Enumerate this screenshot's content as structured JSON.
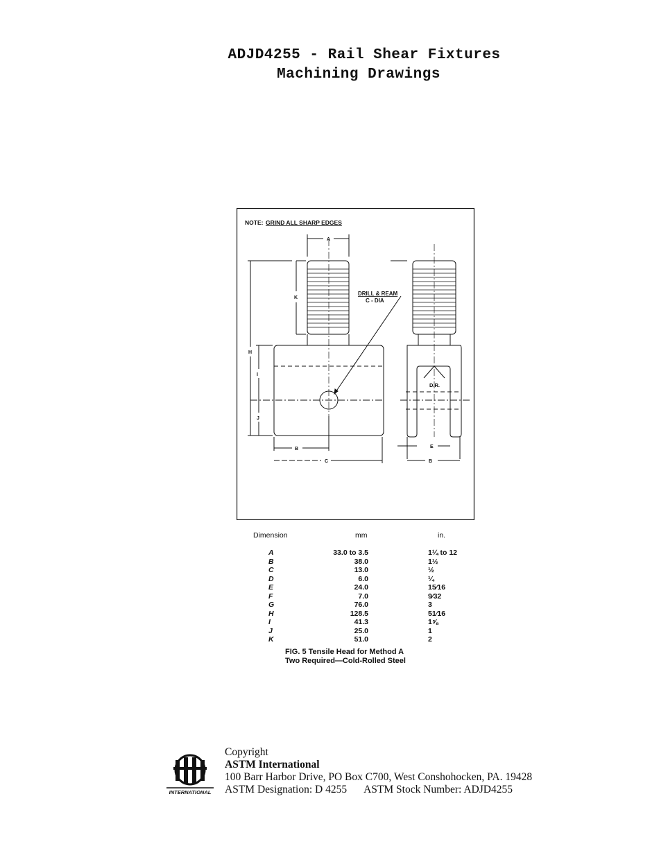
{
  "header": {
    "title_line1": "ADJD4255 - Rail Shear Fixtures",
    "title_line2": "Machining Drawings"
  },
  "drawing": {
    "note_prefix": "NOTE:",
    "note_text": "GRIND ALL SHARP EDGES",
    "drill_line1": "DRILL & REAM",
    "drill_line2": "C - DIA",
    "labels": {
      "a": "A",
      "b": "B",
      "c": "C",
      "e": "E",
      "h": "H",
      "i": "I",
      "j": "J",
      "k": "K",
      "dr": "D.R."
    }
  },
  "dimensions": {
    "headers": {
      "dimension": "Dimension",
      "mm": "mm",
      "in": "in."
    },
    "rows": [
      {
        "letter": "A",
        "mm": "33.0 to 3.5",
        "in": "1¼  to 12"
      },
      {
        "letter": "B",
        "mm": "38.0",
        "in": "1½"
      },
      {
        "letter": "C",
        "mm": "13.0",
        "in": "½"
      },
      {
        "letter": "D",
        "mm": "6.0",
        "in": "¼"
      },
      {
        "letter": "E",
        "mm": "24.0",
        "in": "15⁄16"
      },
      {
        "letter": "F",
        "mm": "7.0",
        "in": "9⁄32"
      },
      {
        "letter": "G",
        "mm": "76.0",
        "in": "3"
      },
      {
        "letter": "H",
        "mm": "128.5",
        "in": "51⁄16"
      },
      {
        "letter": "I",
        "mm": "41.3",
        "in": "1⅝"
      },
      {
        "letter": "J",
        "mm": "25.0",
        "in": "1"
      },
      {
        "letter": "K",
        "mm": "51.0",
        "in": "2"
      }
    ]
  },
  "caption": {
    "line1": "FIG. 5 Tensile Head for Method A",
    "line2": "Two Required—Cold-Rolled Steel"
  },
  "footer": {
    "copyright": "Copyright",
    "org": "ASTM International",
    "address": "100 Barr Harbor Drive, PO Box C700, West Conshohocken, PA. 19428",
    "designation": "ASTM Designation: D 4255",
    "stock": "ASTM Stock Number: ADJD4255",
    "logo_text": "INTERNATIONAL"
  }
}
